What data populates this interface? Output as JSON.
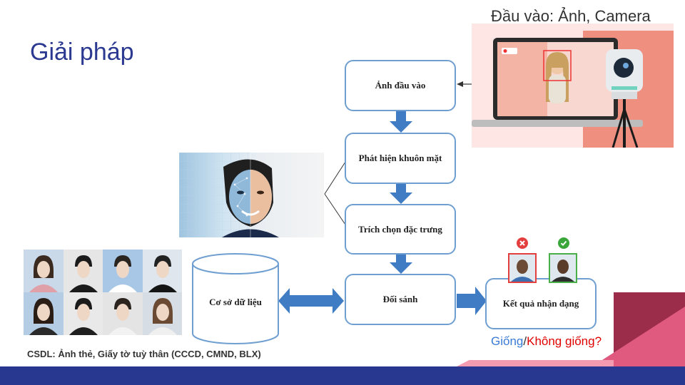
{
  "slide": {
    "title": "Giải pháp",
    "input_label": "Đầu vào: Ảnh, Camera",
    "csdl_label": "CSDL: Ảnh thẻ, Giấy tờ tuỳ thân (CCCD, CMND, BLX)",
    "result_same": "Giống",
    "result_separator": "/",
    "result_diff": "Không giống?"
  },
  "flowchart": {
    "steps": [
      {
        "label": "Ảnh đầu vào"
      },
      {
        "label": "Phát hiện khuôn mặt"
      },
      {
        "label": "Trích chọn đặc trưng"
      },
      {
        "label": "Đối sánh"
      }
    ],
    "database": "Cơ sở dữ liệu",
    "result": "Kết quả nhận dạng"
  },
  "colors": {
    "title": "#2b3990",
    "box_border": "#6f9fd0",
    "arrow": "#3f7cc4",
    "footer": "#283891",
    "same": "#3a7bd5",
    "diff": "#e00000"
  },
  "icons": {
    "mismatch": "x-circle-icon",
    "match": "check-circle-icon"
  }
}
